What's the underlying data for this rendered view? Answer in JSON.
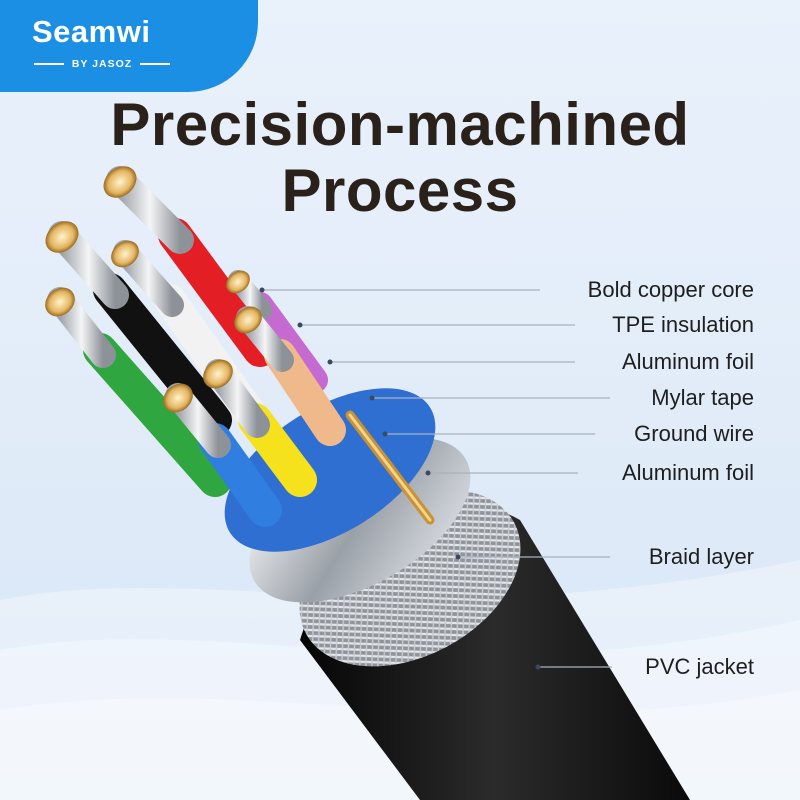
{
  "brand": {
    "name": "Seamwi",
    "sub": "BY JASOZ",
    "color": "#1a8fe3"
  },
  "headline": {
    "line1": "Precision-machined",
    "line2": "Process"
  },
  "labels": [
    "Bold copper core",
    "TPE insulation",
    "Aluminum foil",
    "Mylar tape",
    "Ground wire",
    "Aluminum foil",
    "Braid layer",
    "PVC jacket"
  ],
  "wire_colors": [
    "#e31e24",
    "#111111",
    "#f2f2f2",
    "#2fa640",
    "#c46ad0",
    "#f0b98c",
    "#f5e21c",
    "#2f7ee0"
  ]
}
